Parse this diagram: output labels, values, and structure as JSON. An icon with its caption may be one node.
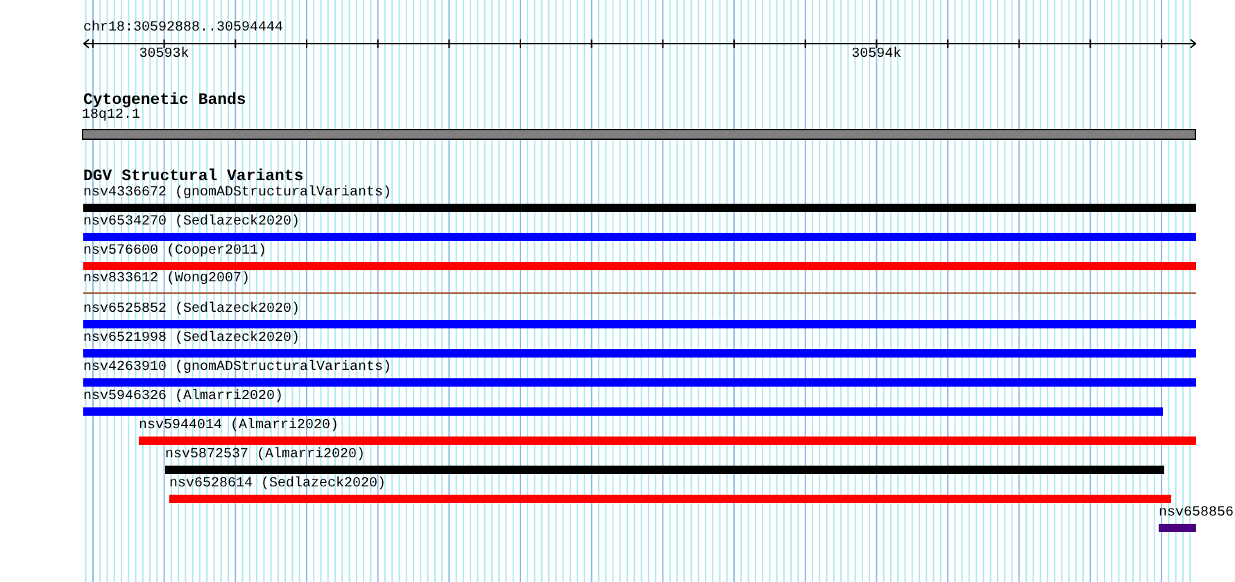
{
  "diagram": {
    "nodes": [
      {
        "text": [
          "18q12.1"
        ]
      },
      {
        "text": [
          "nsv4336672 (gnomADStructuralVariants)"
        ]
      },
      {
        "text": [
          "nsv6534270 (Sedlazeck2020)"
        ]
      },
      {
        "text": [
          "nsv576600 (Cooper2011)"
        ]
      },
      {
        "text": [
          "nsv833612 (Wong2007)"
        ]
      },
      {
        "text": [
          "nsv6525852 (Sedlazeck2020)"
        ]
      },
      {
        "text": [
          "nsv6521998 (Sedlazeck2020)"
        ]
      },
      {
        "text": [
          "nsv4263910 (gnomADStructuralVariants)"
        ]
      },
      {
        "text": [
          "nsv5946326 (Almarri2020)"
        ]
      },
      {
        "text": [
          "nsv5944014 (Almarri2020)"
        ]
      },
      {
        "text": [
          "nsv5872537 (Almarri2020)"
        ]
      },
      {
        "text": [
          "nsv6528614 (Sedlazeck2020)"
        ]
      },
      {
        "text": [
          "nsv658856"
        ]
      }
    ],
    "labels": [
      "chr18:30592888..30594444",
      "30593k",
      "30594k",
      "Cytogenetic Bands",
      "DGV Structural Variants"
    ]
  }
}
